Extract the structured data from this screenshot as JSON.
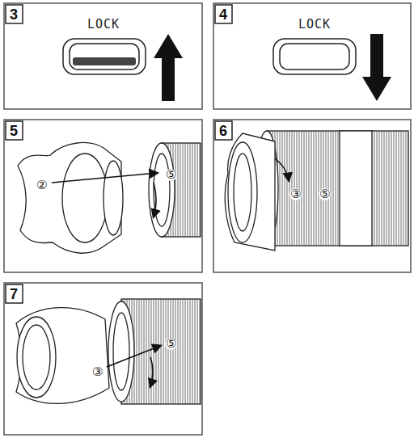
{
  "diagram": {
    "labels": [
      "3",
      "LOCK",
      "4",
      "LOCK",
      "5",
      "②",
      "⑤",
      "6",
      "③",
      "⑤",
      "7",
      "③",
      "⑤"
    ]
  }
}
